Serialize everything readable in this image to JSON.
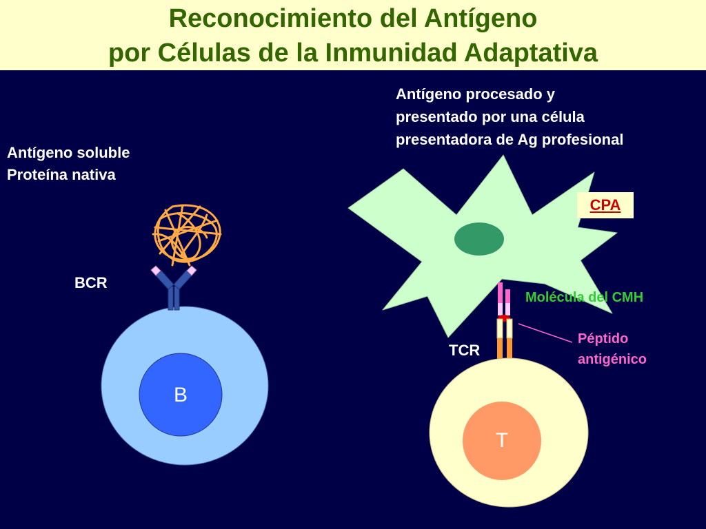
{
  "title": {
    "line1": "Reconocimiento del Antígeno",
    "line2": "por Células de la Inmunidad Adaptativa"
  },
  "labels": {
    "soluble_line1": "Antígeno soluble",
    "soluble_line2": "Proteína nativa",
    "processed_line1": "Antígeno procesado y",
    "processed_line2": "presentado por una célula",
    "processed_line3": "presentadora de Ag profesional",
    "cpa": "CPA",
    "bcr": "BCR",
    "tcr": "TCR",
    "mhc": "Molécula del CMH",
    "peptide_line1": "Péptido",
    "peptide_line2": "antigénico",
    "b_cell": "B",
    "t_cell": "T"
  },
  "colors": {
    "background": "#000046",
    "header_bg": "#ffffcc",
    "title": "#336600",
    "b_cell_outer": "#99ccff",
    "b_cell_nucleus": "#3366ff",
    "t_cell_outer": "#ffffcc",
    "t_cell_nucleus": "#ff9966",
    "apc_body": "#ccffcc",
    "apc_nucleus": "#339966",
    "antigen": "#ffaa44",
    "receptor": "#3355aa",
    "mhc": "#ff66cc",
    "tcr_chain": "#ff9933",
    "cpa_text": "#cc0000",
    "mhc_label": "#33cc33",
    "peptide_label": "#ff66cc"
  }
}
